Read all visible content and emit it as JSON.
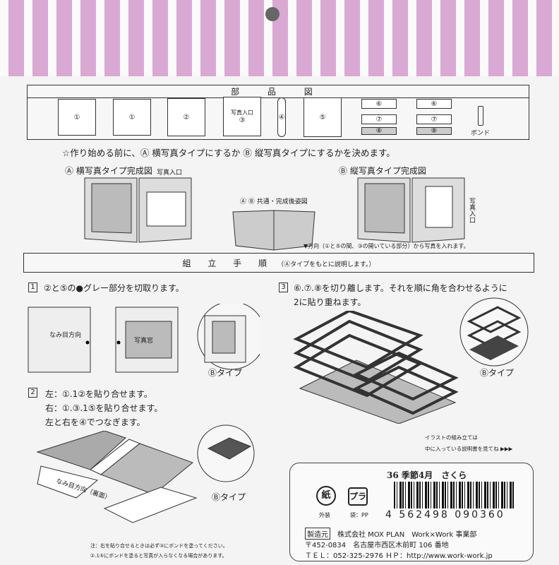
{
  "parts_header": "部 品 図",
  "parts": [
    "①",
    "①",
    "②",
    "③",
    "④",
    "⑤",
    "⑥",
    "⑥",
    "⑦",
    "⑦",
    "⑧",
    "⑧"
  ],
  "photo_slot": "写真入口",
  "bond": "ボンド",
  "intro": "☆作り始める前に、Ⓐ 横写真タイプにするか Ⓑ 縦写真タイプにするかを決めます。",
  "type_a_title": "Ⓐ 横写真タイプ完成図",
  "type_a_slot": "写真入口",
  "common_title": "Ⓐ Ⓑ 共通・完成後姿図",
  "type_b_title": "Ⓑ 縦写真タイプ完成図",
  "type_b_slot": "写真入口",
  "insert_note": "▼方向（①と⑤の間、③の開いている部分）から写真を入れます。",
  "assembly_title": "組 立 手 順",
  "assembly_sub": "（Ⓐタイプをもとに説明します。）",
  "step1": {
    "num": "1",
    "text": "②と⑤の●グレー部分を切取ります。",
    "grain": "なみ目方向",
    "window": "写真窓",
    "b_type": "Ⓑタイプ"
  },
  "step2": {
    "num": "2",
    "lines": [
      "左：①.1②を貼り合せます。",
      "右：①.③.1⑤を貼り合せます。",
      "左と右を④でつなぎます。"
    ],
    "b_type": "Ⓑタイプ",
    "grain_back": "なみ目方向（裏面）",
    "notes": [
      "注：右を貼り合せるときは必ず③にボンドを塗ってください。",
      "①.1⑤にボンドを塗ると写真が入らなくなる場合があります。"
    ]
  },
  "step3": {
    "num": "3",
    "lines": [
      "⑥.⑦.⑧を切り離します。それを順に角を合わせるように",
      "2に貼り重ねます。"
    ],
    "b_type": "Ⓑタイプ"
  },
  "illust_note": [
    "イラストの組み立ては",
    "中に入っている説明書を見てね ▶▶▶"
  ],
  "product": "36 季節4月　さくら",
  "recycle_paper": "外装",
  "recycle_plastic": "袋：PP",
  "barcode": "4 562498 090360",
  "maker_label": "製造元",
  "maker": "株式会社 MOX PLAN　Work×Work 事業部",
  "address": "〒452-0834　名古屋市西区木前町 106 番地",
  "contact": "ＴＥＬ：052-325-2976 ＨＰ：http://www.work-work.jp",
  "colors": {
    "stripe": "#d9a8d3",
    "paper": "#f4f4f5"
  }
}
